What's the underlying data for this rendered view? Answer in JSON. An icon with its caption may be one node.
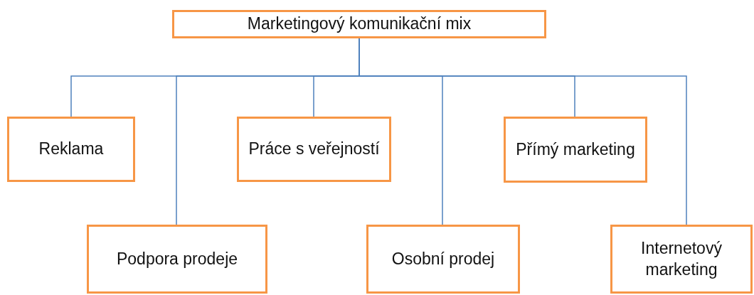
{
  "diagram": {
    "nodes": [
      {
        "text": [
          "Marketingový komunikační mix"
        ]
      },
      {
        "text": [
          "Reklama"
        ]
      },
      {
        "text": [
          "Podpora prodeje"
        ]
      },
      {
        "text": [
          "Práce s veřejností"
        ]
      },
      {
        "text": [
          "Osobní prodej"
        ]
      },
      {
        "text": [
          "Přímý marketing"
        ]
      },
      {
        "text": [
          "Internetový marketing"
        ]
      }
    ],
    "edges": [
      {
        "from": 0,
        "to": 1,
        "arrow": "none"
      },
      {
        "from": 0,
        "to": 2,
        "arrow": "none"
      },
      {
        "from": 0,
        "to": 3,
        "arrow": "none"
      },
      {
        "from": 0,
        "to": 4,
        "arrow": "none"
      },
      {
        "from": 0,
        "to": 5,
        "arrow": "none"
      },
      {
        "from": 0,
        "to": 6,
        "arrow": "none"
      }
    ]
  }
}
